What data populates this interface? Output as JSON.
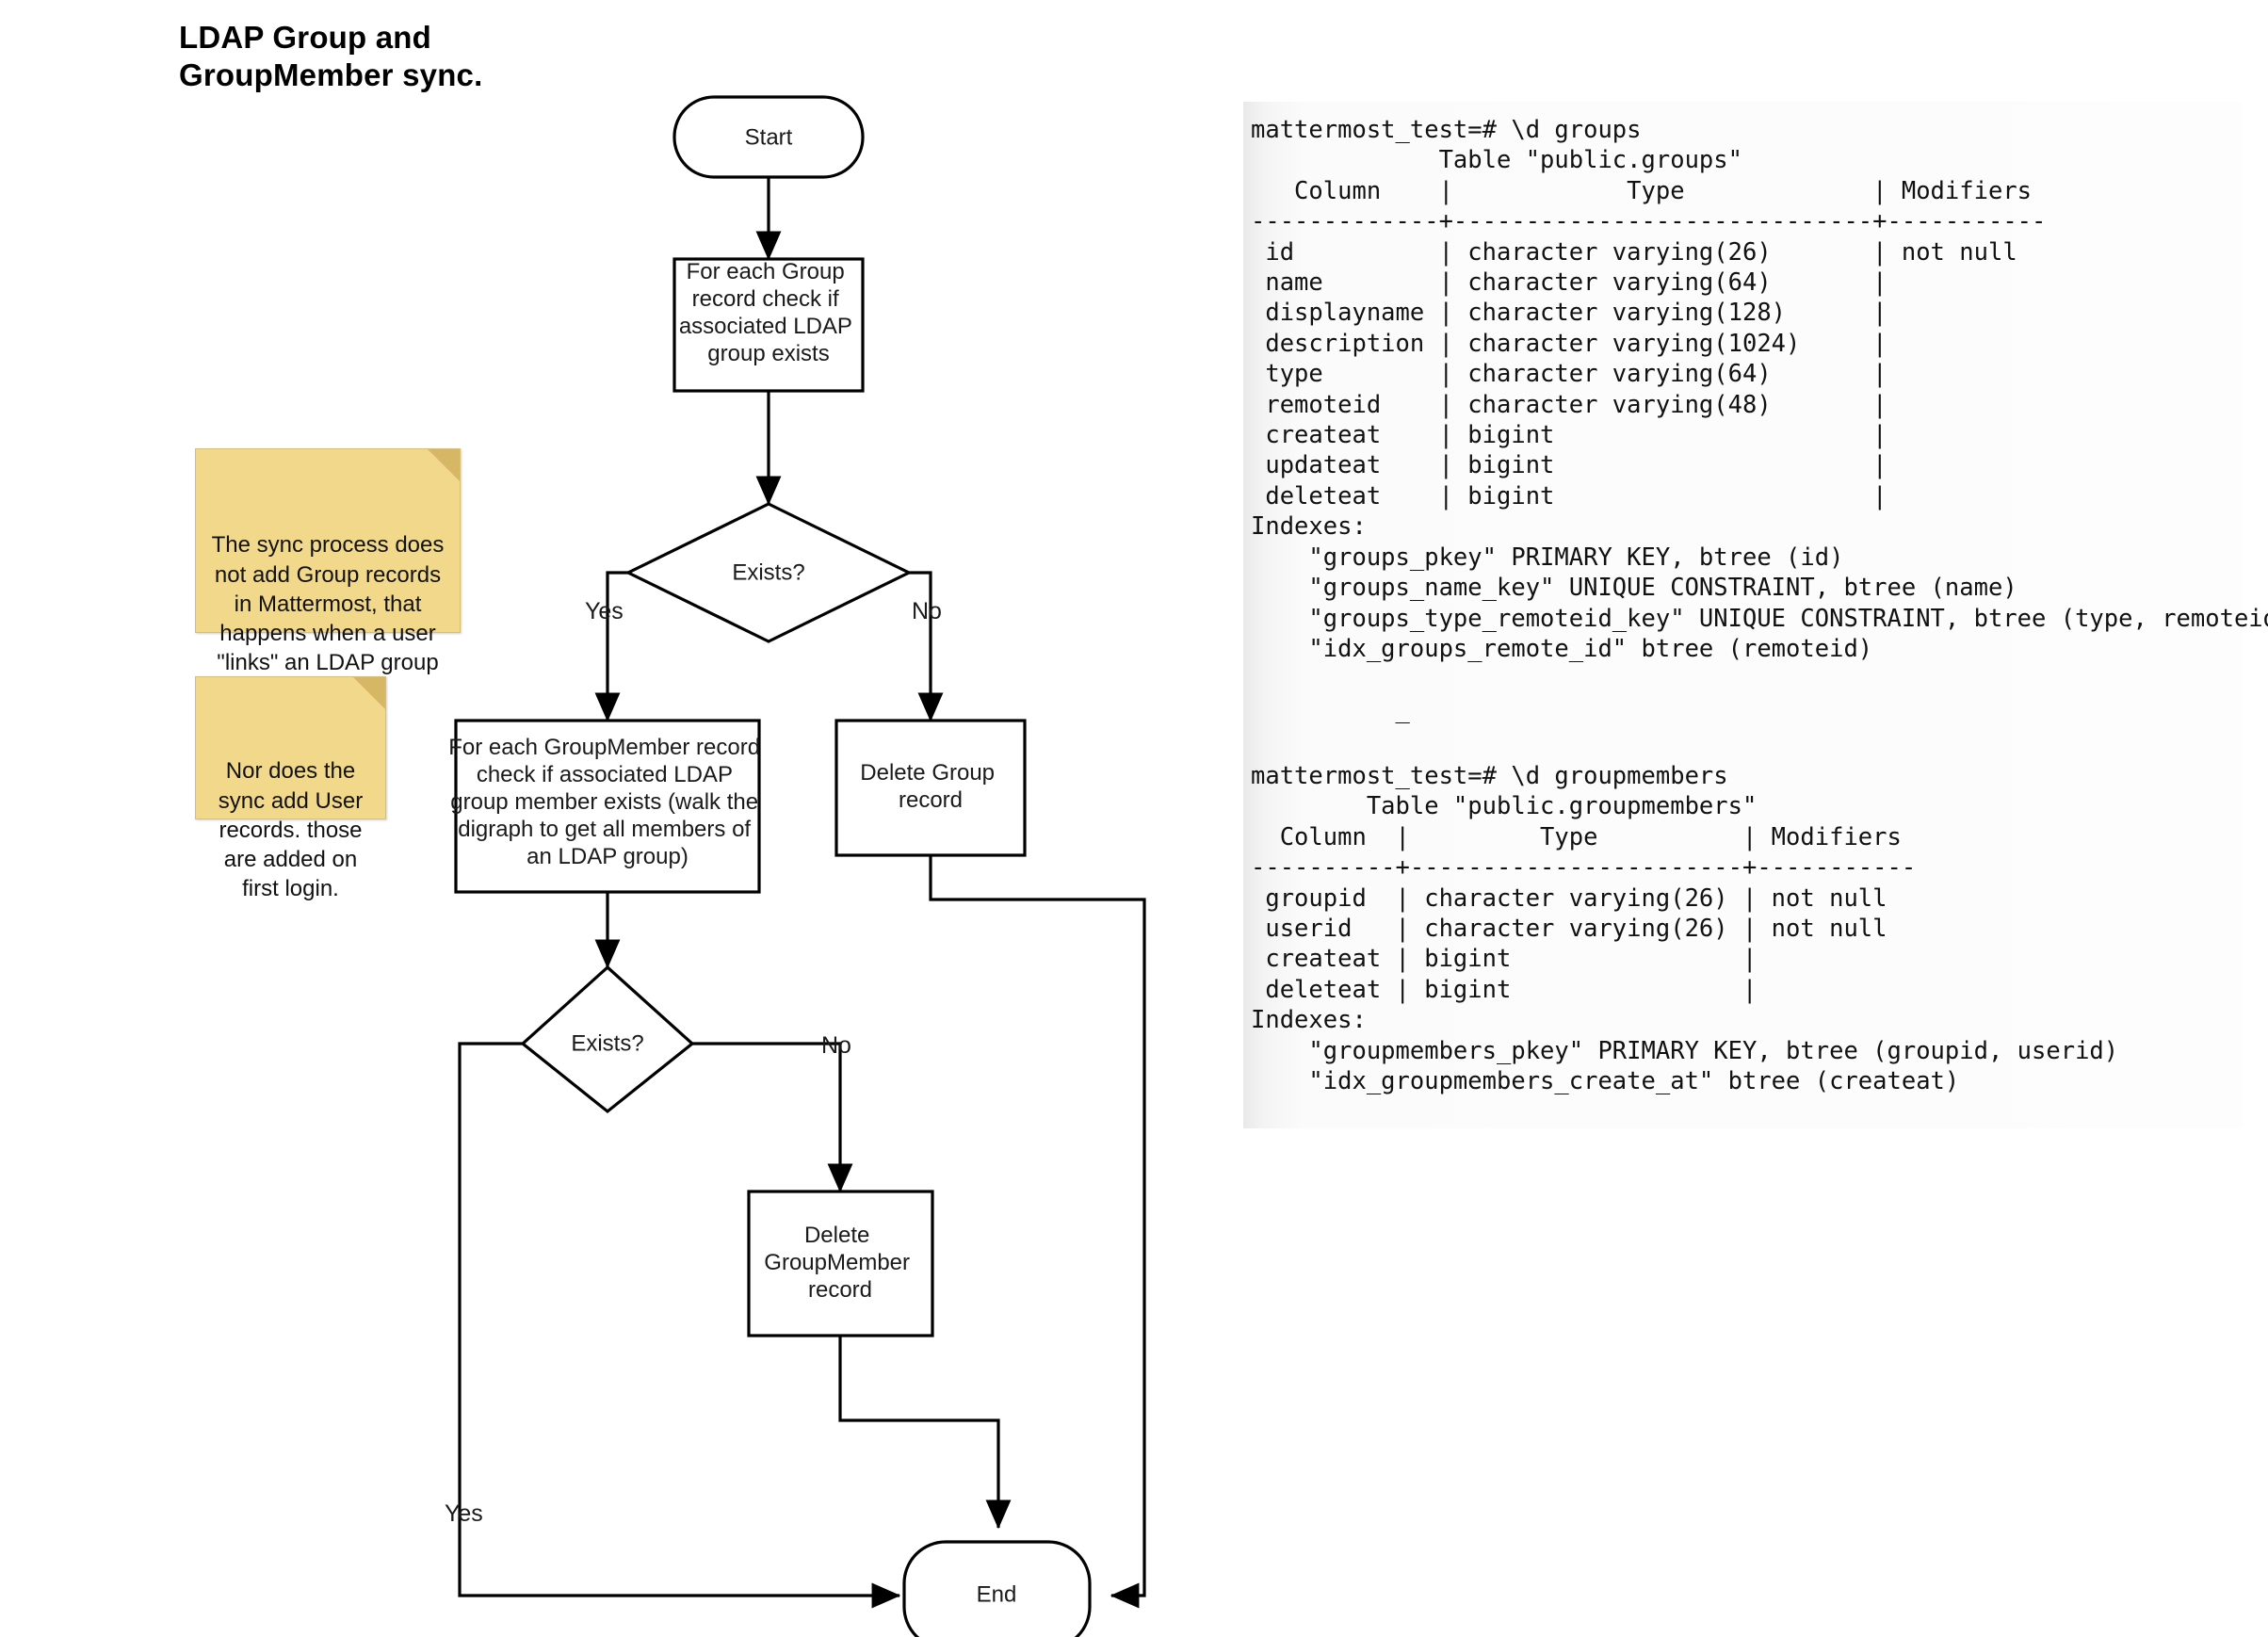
{
  "title": "LDAP Group and\nGroupMember sync.",
  "flowchart": {
    "nodes": {
      "start": "Start",
      "check_group": "For each Group\nrecord check if\nassociated LDAP\ngroup exists",
      "exists_1": "Exists?",
      "check_member": "For each GroupMember record\ncheck if associated LDAP\ngroup member exists (walk the\ndigraph to get all members of\nan LDAP group)",
      "delete_group": "Delete Group\nrecord",
      "exists_2": "Exists?",
      "delete_groupmember": "Delete\nGroupMember\nrecord",
      "end": "End"
    },
    "edge_labels": {
      "exists1_yes": "Yes",
      "exists1_no": "No",
      "exists2_no": "No",
      "exists2_yes": "Yes"
    }
  },
  "notes": [
    {
      "id": "note-sync",
      "text": "The sync process does not add Group records in Mattermost, that happens when a user \"links\" an LDAP group in the UI."
    },
    {
      "id": "note-user",
      "text": "Nor does the sync add User records. those are added on first login."
    }
  ],
  "terminal": {
    "groups": "mattermost_test=# \\d groups\n             Table \"public.groups\"\n   Column    |            Type             | Modifiers\n-------------+-----------------------------+-----------\n id          | character varying(26)       | not null\n name        | character varying(64)       |\n displayname | character varying(128)      |\n description | character varying(1024)     |\n type        | character varying(64)       |\n remoteid    | character varying(48)       |\n createat    | bigint                      |\n updateat    | bigint                      |\n deleteat    | bigint                      |\nIndexes:\n    \"groups_pkey\" PRIMARY KEY, btree (id)\n    \"groups_name_key\" UNIQUE CONSTRAINT, btree (name)\n    \"groups_type_remoteid_key\" UNIQUE CONSTRAINT, btree (type, remoteid)\n    \"idx_groups_remote_id\" btree (remoteid)\n\n          _",
    "groupmembers": "mattermost_test=# \\d groupmembers\n        Table \"public.groupmembers\"\n  Column  |         Type          | Modifiers\n----------+-----------------------+-----------\n groupid  | character varying(26) | not null\n userid   | character varying(26) | not null\n createat | bigint                |\n deleteat | bigint                |\nIndexes:\n    \"groupmembers_pkey\" PRIMARY KEY, btree (groupid, userid)\n    \"idx_groupmembers_create_at\" btree (createat)"
  },
  "colors": {
    "note_bg": "#f2d88a",
    "note_fold": "#d6b765",
    "stroke": "#000000",
    "shape_fill": "#ffffff",
    "terminal_text": "#111111"
  }
}
